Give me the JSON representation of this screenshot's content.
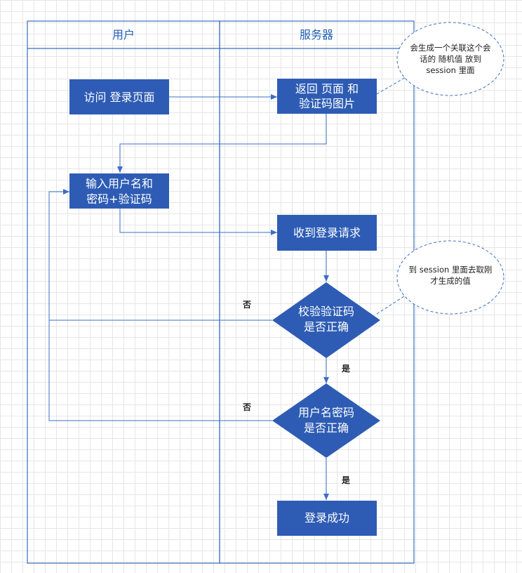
{
  "lanes": {
    "user": "用户",
    "server": "服务器"
  },
  "nodes": {
    "visit_login": "访问 登录页面",
    "return_page_line1": "返回 页面 和",
    "return_page_line2": "验证码图片",
    "input_line1": "输入用户名和",
    "input_line2": "密码+验证码",
    "receive_request": "收到登录请求",
    "check_captcha_line1": "校验验证码",
    "check_captcha_line2": "是否正确",
    "check_user_line1": "用户名密码",
    "check_user_line2": "是否正确",
    "login_success": "登录成功"
  },
  "notes": {
    "session_store_line1": "会生成一个关联这个会",
    "session_store_line2": "话的 随机值 放到",
    "session_store_line3": "session 里面",
    "session_read_line1": "到 session 里面去取刚",
    "session_read_line2": "才生成的值"
  },
  "edge_labels": {
    "captcha_no": "否",
    "captcha_yes": "是",
    "user_no": "否",
    "user_yes": "是"
  },
  "colors": {
    "node_fill": "#2e5cb4",
    "line": "#3b6fc4",
    "lane_border": "#3a6dbf",
    "grid": "#e6e6e6"
  }
}
